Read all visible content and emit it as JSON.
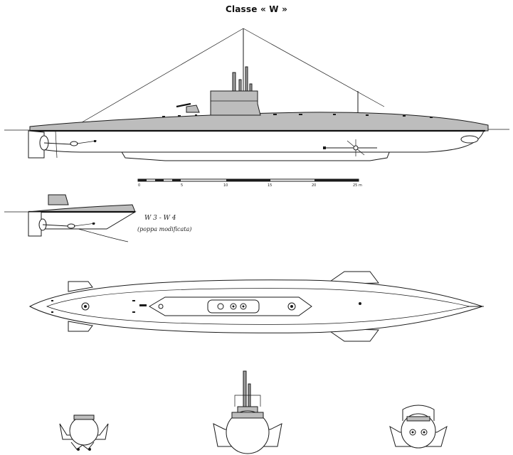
{
  "title": "Classe « W »",
  "scale": {
    "ticks": [
      "0",
      "5",
      "10",
      "15",
      "20",
      "25 m"
    ]
  },
  "stern_variant": {
    "label": "W 3 - W 4",
    "caption": "(poppa modificata)"
  }
}
